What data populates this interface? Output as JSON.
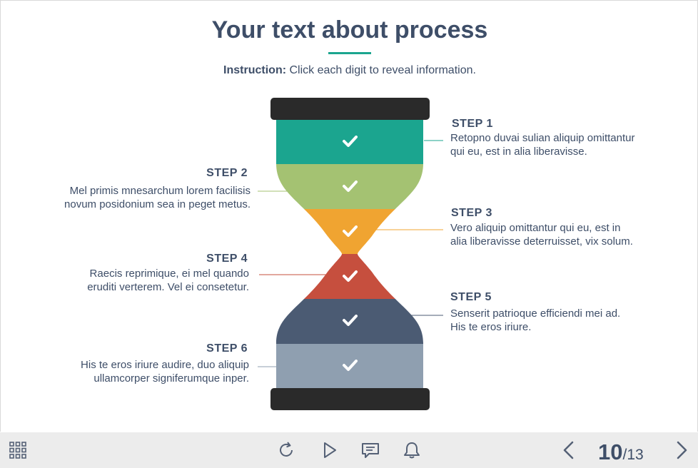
{
  "title": "Your text about process",
  "instruction": {
    "label": "Instruction:",
    "text": " Click each digit to reveal information."
  },
  "steps": [
    {
      "title": "STEP 1",
      "line1": "Retopno duvai sulian aliquip omittantur",
      "line2": "qui eu, est in alia liberavisse.",
      "color": "#1ba58f"
    },
    {
      "title": "STEP 2",
      "line1": "Mel primis mnesarchum lorem facilisis",
      "line2": "novum posidonium sea in peget metus.",
      "color": "#a4c272"
    },
    {
      "title": "STEP 3",
      "line1": "Vero aliquip omittantur qui eu, est in",
      "line2": "alia liberavisse deterruisset, vix solum.",
      "color": "#f0a431"
    },
    {
      "title": "STEP 4",
      "line1": "Raecis reprimique, ei mel quando",
      "line2": "eruditi verterem. Vel ei consetetur.",
      "color": "#c64f3e"
    },
    {
      "title": "STEP 5",
      "line1": "Senserit patrioque efficiendi mei ad.",
      "line2": "His te eros iriure.",
      "color": "#4b5b73"
    },
    {
      "title": "STEP 6",
      "line1": "His te eros iriure audire, duo aliquip",
      "line2": "ullamcorper signiferumque inper.",
      "color": "#8f9fb0"
    }
  ],
  "hourglass": {
    "cap_color": "#2a2a2a"
  },
  "toolbar": {
    "icons": [
      "grid-menu-icon",
      "replay-icon",
      "play-icon",
      "comment-icon",
      "bell-icon",
      "prev-arrow-icon",
      "next-arrow-icon"
    ],
    "page_current": "10",
    "page_separator": "/",
    "page_total": "13"
  }
}
